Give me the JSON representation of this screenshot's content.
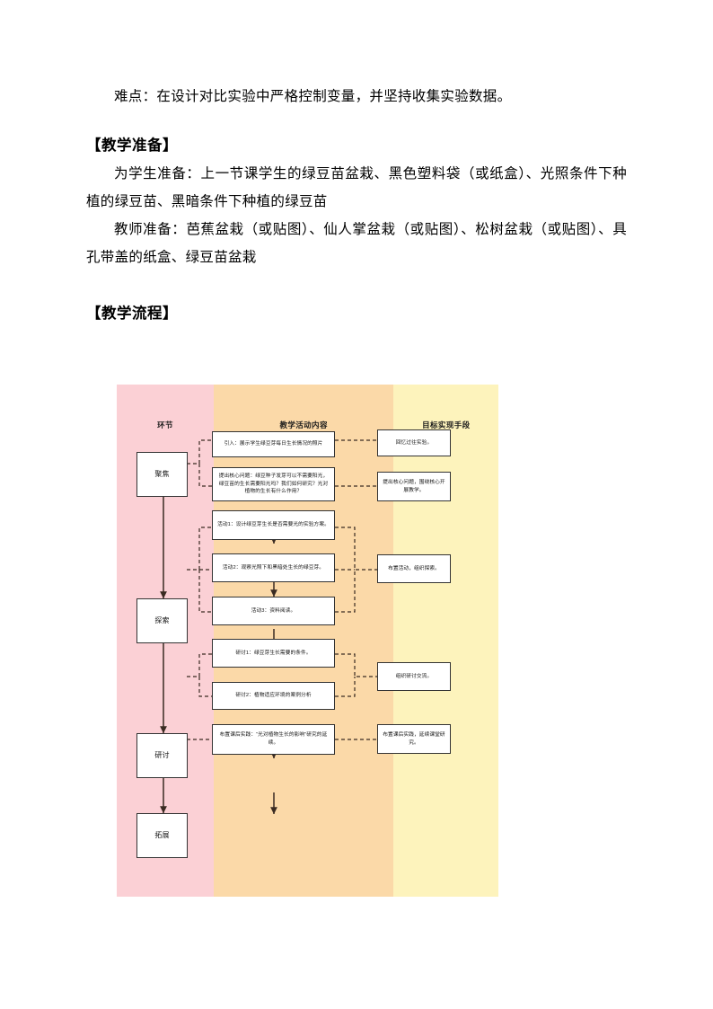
{
  "document": {
    "intro_line": "难点：在设计对比实验中严格控制变量，并坚持收集实验数据。",
    "sections": [
      {
        "heading": "【教学准备】",
        "paragraphs": [
          "为学生准备：上一节课学生的绿豆苗盆栽、黑色塑料袋（或纸盒）、光照条件下种植的绿豆苗、黑暗条件下种植的绿豆苗",
          "教师准备：芭蕉盆栽（或贴图）、仙人掌盆栽（或贴图）、松树盆栽（或贴图）、具孔带盖的纸盒、绿豆苗盆栽"
        ]
      },
      {
        "heading": "【教学流程】",
        "paragraphs": []
      }
    ]
  },
  "flowchart": {
    "columns": [
      {
        "key": "stage",
        "header": "环节",
        "band_color": "#fbd0d5"
      },
      {
        "key": "content",
        "header": "教学活动内容",
        "band_color": "#fbd9a8"
      },
      {
        "key": "goal",
        "header": "目标实现手段",
        "band_color": "#fdf3bc"
      }
    ],
    "stages": [
      {
        "label": "聚焦"
      },
      {
        "label": "探索"
      },
      {
        "label": "研讨"
      },
      {
        "label": "拓展"
      }
    ],
    "activities": [
      {
        "label": "引入：展示学生绿豆芽每日生长情况的照片"
      },
      {
        "label": "提出核心问题：绿豆种子发芽可以不需要阳光，绿豆苗的生长需要阳光吗？我们如何研究？光对植物的生长有什么作用？"
      },
      {
        "label": "活动1：设计绿豆芽生长是否需要光的实验方案。"
      },
      {
        "label": "活动2：观察光照下和黑暗处生长的绿豆芽。"
      },
      {
        "label": "活动3：资料阅读。"
      },
      {
        "label": "研讨1：绿豆芽生长需要的条件。"
      },
      {
        "label": "研讨2：植物适应环境的案例分析"
      },
      {
        "label": "布置课后实践：“光对植物生长的影响”研究的延续。"
      }
    ],
    "goals": [
      {
        "label": "回忆过往实验。"
      },
      {
        "label": "提出核心问题，围绕核心开展教学。"
      },
      {
        "label": "布置活动，组织探索。"
      },
      {
        "label": "组织研讨交流。"
      },
      {
        "label": "布置课后实践，延续课堂研究。"
      }
    ]
  }
}
